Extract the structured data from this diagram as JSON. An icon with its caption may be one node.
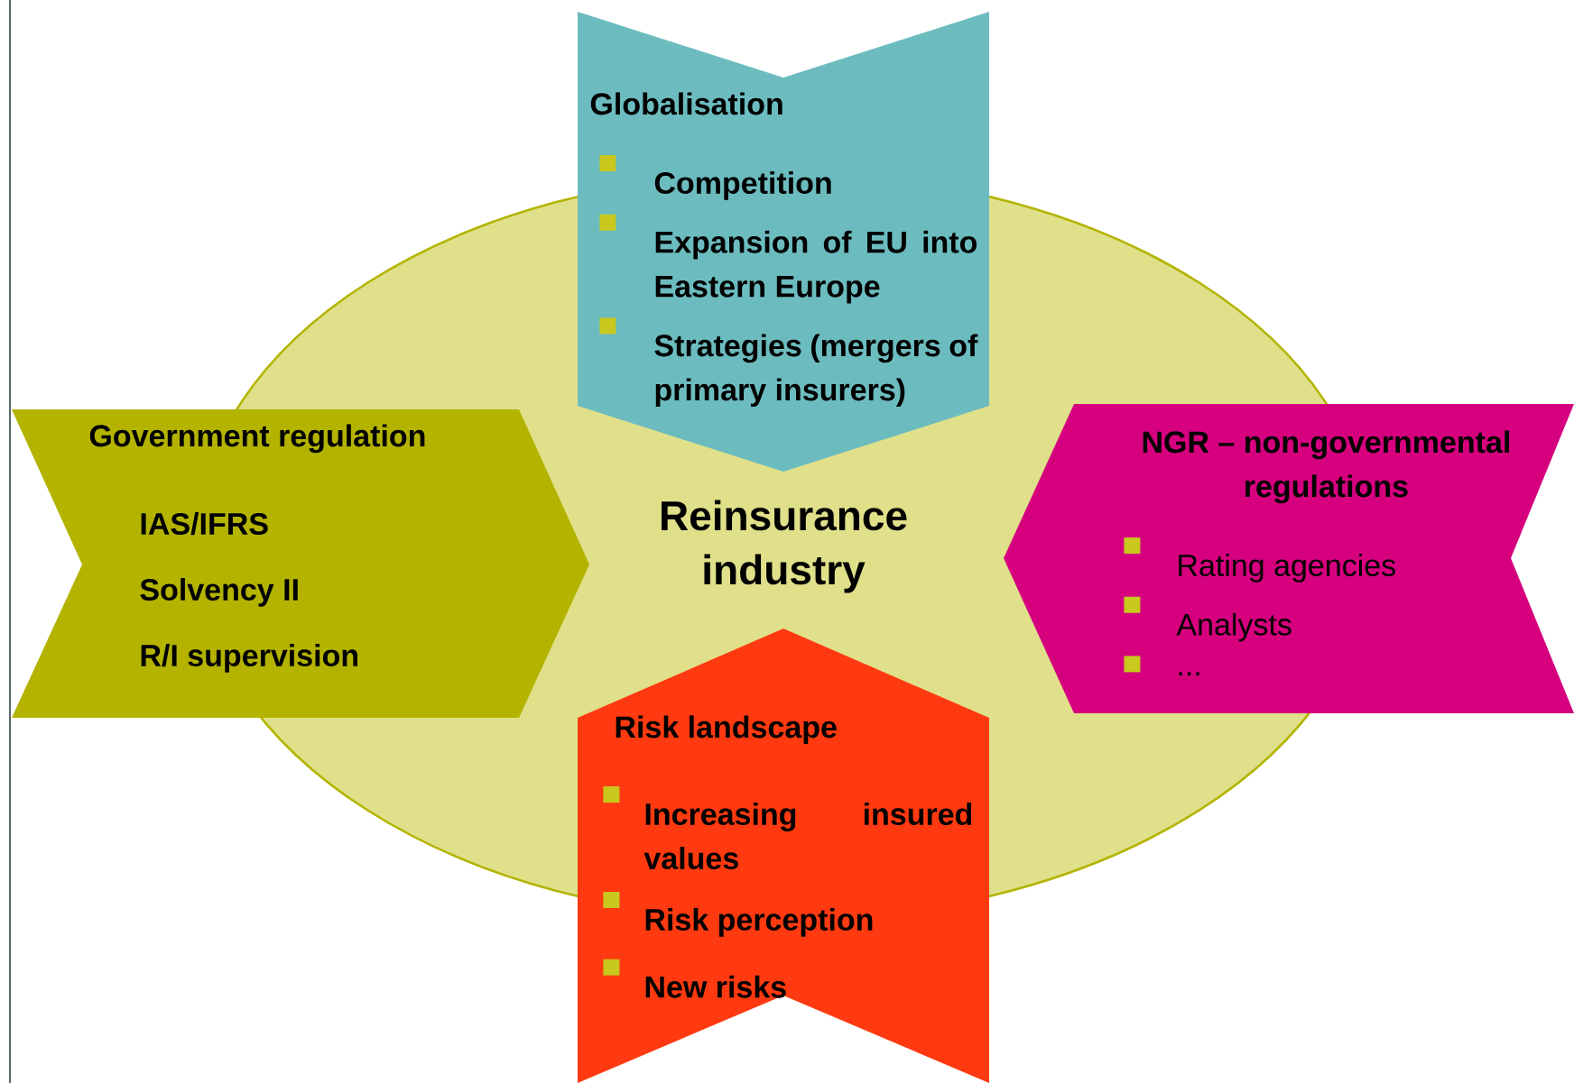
{
  "diagram": {
    "nodes": [
      {
        "text": [
          "Globalisation",
          "Competition",
          "Expansion of EU into Eastern Europe",
          "Strategies (mergers of primary insurers)"
        ]
      },
      {
        "text": [
          "Government regulation",
          "IAS/IFRS",
          "Solvency II",
          "R/I supervision"
        ]
      },
      {
        "text": [
          "Reinsurance industry"
        ]
      },
      {
        "text": [
          "NGR – non-governmental regulations",
          "Rating agencies",
          "Analysts",
          "..."
        ]
      },
      {
        "text": [
          "Risk landscape",
          "Increasing insured values",
          "Risk perception",
          "New risks"
        ]
      }
    ]
  }
}
